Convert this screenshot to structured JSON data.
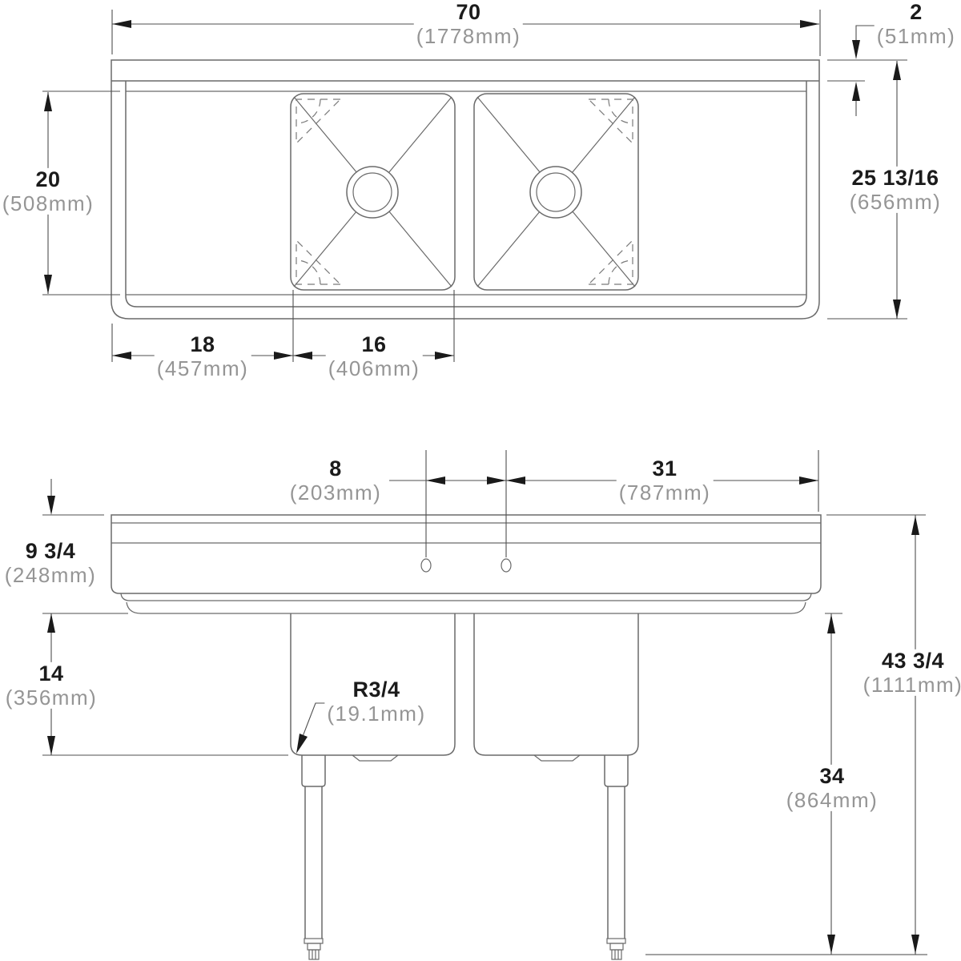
{
  "drawing": {
    "top_view": {
      "overall_width": {
        "value": "70",
        "metric": "(1778mm)"
      },
      "backsplash_thickness": {
        "value": "2",
        "metric": "(51mm)"
      },
      "bowl_front_to_back": {
        "value": "20",
        "metric": "(508mm)"
      },
      "overall_front_to_back": {
        "value": "25 13/16",
        "metric": "(656mm)"
      },
      "left_drainboard_width": {
        "value": "18",
        "metric": "(457mm)"
      },
      "bowl_width": {
        "value": "16",
        "metric": "(406mm)"
      }
    },
    "front_view": {
      "faucet_hole_spacing": {
        "value": "8",
        "metric": "(203mm)"
      },
      "hole_to_right_edge": {
        "value": "31",
        "metric": "(787mm)"
      },
      "top_to_underside": {
        "value": "9 3/4",
        "metric": "(248mm)"
      },
      "bowl_depth": {
        "value": "14",
        "metric": "(356mm)"
      },
      "corner_radius": {
        "value": "R3/4",
        "metric": "(19.1mm)"
      },
      "overall_height": {
        "value": "43 3/4",
        "metric": "(1111mm)"
      },
      "floor_to_underside": {
        "value": "34",
        "metric": "(864mm)"
      }
    }
  }
}
